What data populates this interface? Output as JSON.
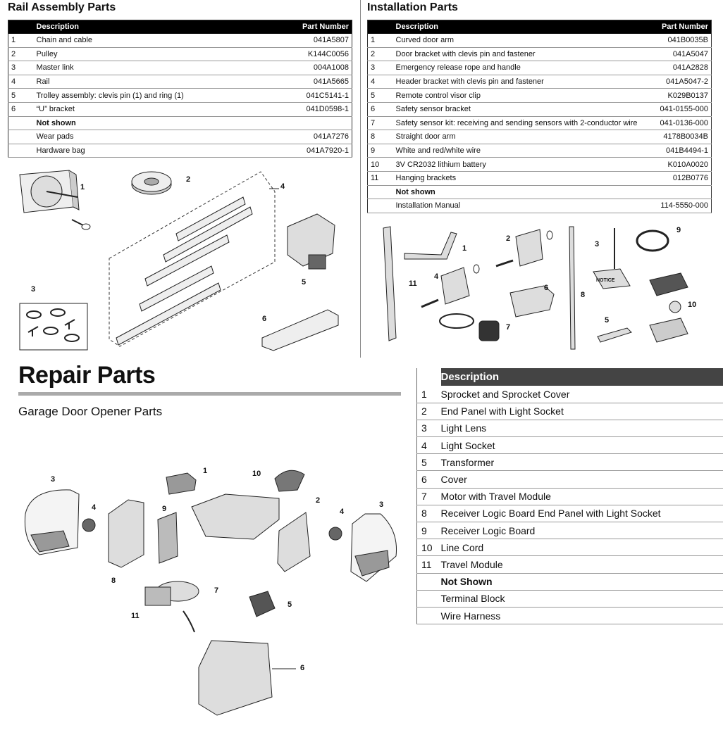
{
  "rail": {
    "title": "Rail Assembly Parts",
    "head_desc": "Description",
    "head_pn": "Part Number",
    "rows": [
      {
        "num": "1",
        "desc": "Chain and cable",
        "pn": "041A5807"
      },
      {
        "num": "2",
        "desc": "Pulley",
        "pn": "K144C0056"
      },
      {
        "num": "3",
        "desc": "Master link",
        "pn": "004A1008"
      },
      {
        "num": "4",
        "desc": "Rail",
        "pn": "041A5665"
      },
      {
        "num": "5",
        "desc": "Trolley assembly: clevis pin (1) and ring (1)",
        "pn": "041C5141-1"
      },
      {
        "num": "6",
        "desc": "“U” bracket",
        "pn": "041D0598-1"
      },
      {
        "num": "",
        "desc": "Not shown",
        "pn": ""
      },
      {
        "num": "",
        "desc": "Wear pads",
        "pn": "041A7276"
      },
      {
        "num": "",
        "desc": "Hardware bag",
        "pn": "041A7920-1"
      }
    ]
  },
  "install": {
    "title": "Installation Parts",
    "head_desc": "Description",
    "head_pn": "Part Number",
    "rows": [
      {
        "num": "1",
        "desc": "Curved door arm",
        "pn": "041B0035B"
      },
      {
        "num": "2",
        "desc": "Door bracket with clevis pin and fastener",
        "pn": "041A5047"
      },
      {
        "num": "3",
        "desc": "Emergency release rope and handle",
        "pn": "041A2828"
      },
      {
        "num": "4",
        "desc": "Header bracket with clevis pin and fastener",
        "pn": "041A5047-2"
      },
      {
        "num": "5",
        "desc": "Remote control visor clip",
        "pn": "K029B0137"
      },
      {
        "num": "6",
        "desc": "Safety sensor bracket",
        "pn": "041-0155-000"
      },
      {
        "num": "7",
        "desc": "Safety sensor kit: receiving and sending sensors with 2-conductor wire",
        "pn": "041-0136-000"
      },
      {
        "num": "8",
        "desc": "Straight door arm",
        "pn": "4178B0034B"
      },
      {
        "num": "9",
        "desc": "White and red/white wire",
        "pn": "041B4494-1"
      },
      {
        "num": "10",
        "desc": "3V CR2032 lithium battery",
        "pn": "K010A0020"
      },
      {
        "num": "11",
        "desc": "Hanging brackets",
        "pn": "012B0776"
      },
      {
        "num": "",
        "desc": "Not shown",
        "pn": ""
      },
      {
        "num": "",
        "desc": "Installation Manual",
        "pn": "114-5550-000"
      }
    ]
  },
  "repair": {
    "title": "Repair Parts",
    "subtitle": "Garage Door Opener Parts",
    "head_desc": "Description",
    "rows": [
      {
        "num": "1",
        "desc": "Sprocket and Sprocket Cover"
      },
      {
        "num": "2",
        "desc": "End Panel with Light Socket"
      },
      {
        "num": "3",
        "desc": "Light Lens"
      },
      {
        "num": "4",
        "desc": "Light Socket"
      },
      {
        "num": "5",
        "desc": "Transformer"
      },
      {
        "num": "6",
        "desc": "Cover"
      },
      {
        "num": "7",
        "desc": "Motor with Travel Module"
      },
      {
        "num": "8",
        "desc": "Receiver Logic Board End Panel with Light Socket"
      },
      {
        "num": "9",
        "desc": "Receiver Logic Board"
      },
      {
        "num": "10",
        "desc": "Line Cord"
      },
      {
        "num": "11",
        "desc": "Travel Module"
      },
      {
        "num": "",
        "desc": "Not Shown"
      },
      {
        "num": "",
        "desc": "Terminal Block"
      },
      {
        "num": "",
        "desc": "Wire Harness"
      }
    ]
  },
  "figures": {
    "rail_callouts": [
      "1",
      "2",
      "3",
      "4",
      "5",
      "6"
    ],
    "install_callouts": [
      "1",
      "2",
      "3",
      "4",
      "5",
      "6",
      "7",
      "8",
      "9",
      "10",
      "11"
    ],
    "notice_label": "NOTICE",
    "repair_callouts": [
      "1",
      "2",
      "3",
      "3",
      "4",
      "4",
      "5",
      "6",
      "7",
      "8",
      "9",
      "10",
      "11"
    ]
  }
}
